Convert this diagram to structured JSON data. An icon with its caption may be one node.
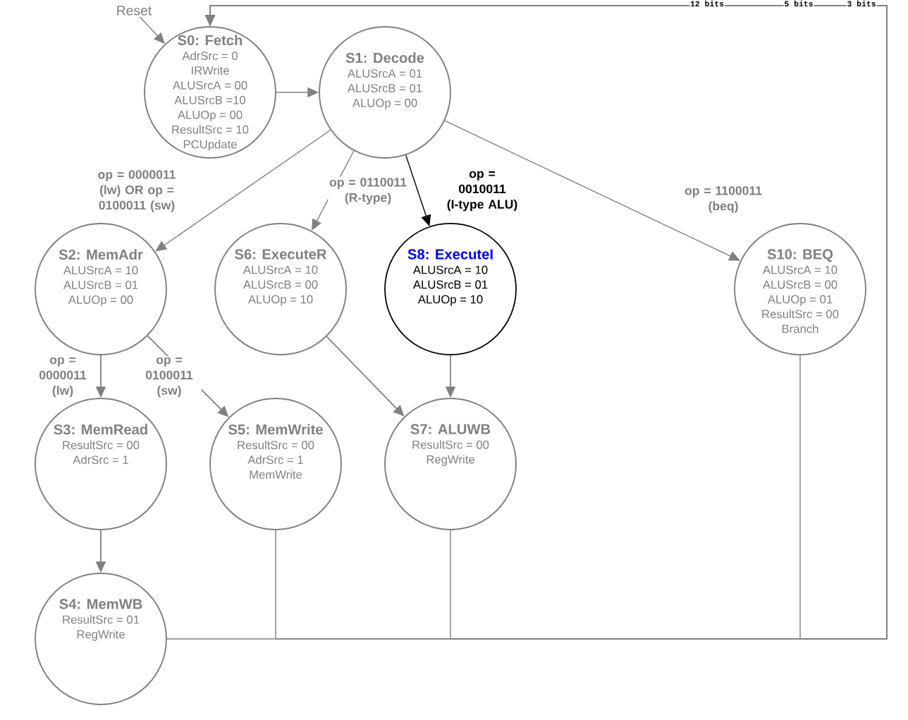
{
  "diagram": {
    "nodes": [
      {
        "text": [
          "Reset"
        ]
      },
      {
        "text": [
          "S0: Fetch",
          "AdrSrc = 0",
          "IRWrite",
          "ALUSrcA = 00",
          "ALUSrcB =10",
          "ALUOp = 00",
          "ResultSrc = 10",
          "PCUpdate"
        ]
      },
      {
        "text": [
          "S1: Decode",
          "ALUSrcA = 01",
          "ALUSrcB = 01",
          "ALUOp = 00"
        ]
      },
      {
        "text": [
          "S2: MemAdr",
          "ALUSrcA = 10",
          "ALUSrcB = 01",
          "ALUOp = 00"
        ]
      },
      {
        "text": [
          "S6: ExecuteR",
          "ALUSrcA = 10",
          "ALUSrcB = 00",
          "ALUOp = 10"
        ]
      },
      {
        "text": [
          "S8: ExecuteI",
          "ALUSrcA = 10",
          "ALUSrcB = 01",
          "ALUOp = 10"
        ]
      },
      {
        "text": [
          "S10: BEQ",
          "ALUSrcA = 10",
          "ALUSrcB = 00",
          "ALUOp = 01",
          "ResultSrc = 00",
          "Branch"
        ]
      },
      {
        "text": [
          "S3: MemRead",
          "ResultSrc = 00",
          "AdrSrc = 1"
        ]
      },
      {
        "text": [
          "S5: MemWrite",
          "ResultSrc = 00",
          "AdrSrc = 1",
          "MemWrite"
        ]
      },
      {
        "text": [
          "S7: ALUWB",
          "ResultSrc = 00",
          "RegWrite"
        ]
      },
      {
        "text": [
          "S4: MemWB",
          "ResultSrc = 01",
          "RegWrite"
        ]
      }
    ],
    "edges": [
      {
        "from": 0,
        "to": 1,
        "arrow": "to"
      },
      {
        "from": 1,
        "to": 2,
        "arrow": "to"
      },
      {
        "from": 2,
        "to": 3,
        "arrow": "to",
        "label": "op = 0000011 (lw) OR op = 0100011 (sw)"
      },
      {
        "from": 2,
        "to": 4,
        "arrow": "to",
        "label": "op = 0110011 (R-type)"
      },
      {
        "from": 2,
        "to": 5,
        "arrow": "to",
        "label": "op = 0010011 (I-type ALU)",
        "color": "#000000"
      },
      {
        "from": 2,
        "to": 6,
        "arrow": "to",
        "label": "op = 1100011 (beq)"
      },
      {
        "from": 3,
        "to": 7,
        "arrow": "to",
        "label": "op = 0000011 (lw)"
      },
      {
        "from": 3,
        "to": 8,
        "arrow": "to",
        "label": "op = 0100011 (sw)"
      },
      {
        "from": 7,
        "to": 10,
        "arrow": "to"
      },
      {
        "from": 4,
        "to": 9,
        "arrow": "to"
      },
      {
        "from": 5,
        "to": 9,
        "arrow": "to"
      },
      {
        "from": 10,
        "to": 1,
        "arrow": "to"
      },
      {
        "from": 8,
        "to": 1,
        "arrow": "to"
      },
      {
        "from": 9,
        "to": 1,
        "arrow": "to"
      },
      {
        "from": 6,
        "to": 1,
        "arrow": "to"
      }
    ],
    "labels": [
      "12 bits",
      "5 bits",
      "3 bits"
    ]
  }
}
